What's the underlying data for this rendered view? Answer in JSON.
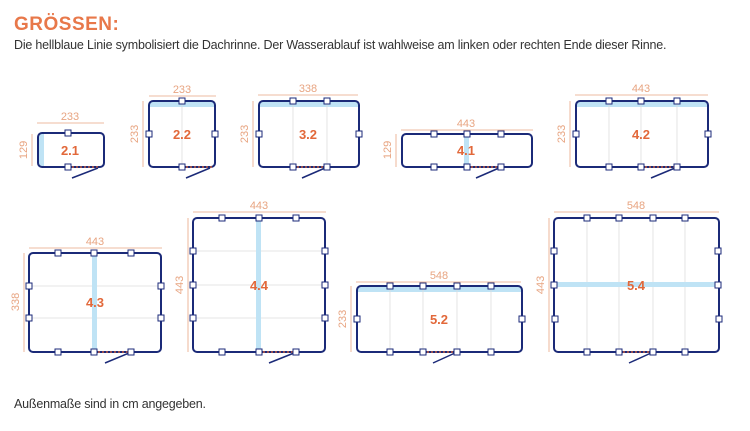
{
  "header": {
    "title": "GRÖSSEN:",
    "subtitle": "Die hellblaue Linie symbolisiert die Dachrinne. Der Wasserablauf ist wahlweise am  linken oder rechten Ende dieser Rinne."
  },
  "footer": {
    "note": "Außenmaße sind in cm angegeben."
  },
  "colors": {
    "accent": "#e8784a",
    "frame": "#1b2a78",
    "gutter": "#bfe3f5",
    "dimension": "#e8a582",
    "grid": "#dddddd"
  },
  "sizes": [
    {
      "id": "2.1",
      "width": "233",
      "depth": "129"
    },
    {
      "id": "2.2",
      "width": "233",
      "depth": "233"
    },
    {
      "id": "3.2",
      "width": "338",
      "depth": "233"
    },
    {
      "id": "4.1",
      "width": "443",
      "depth": "129"
    },
    {
      "id": "4.2",
      "width": "443",
      "depth": "233"
    },
    {
      "id": "4.3",
      "width": "443",
      "depth": "338"
    },
    {
      "id": "4.4",
      "width": "443",
      "depth": "443"
    },
    {
      "id": "5.2",
      "width": "548",
      "depth": "233"
    },
    {
      "id": "5.4",
      "width": "548",
      "depth": "443"
    }
  ]
}
